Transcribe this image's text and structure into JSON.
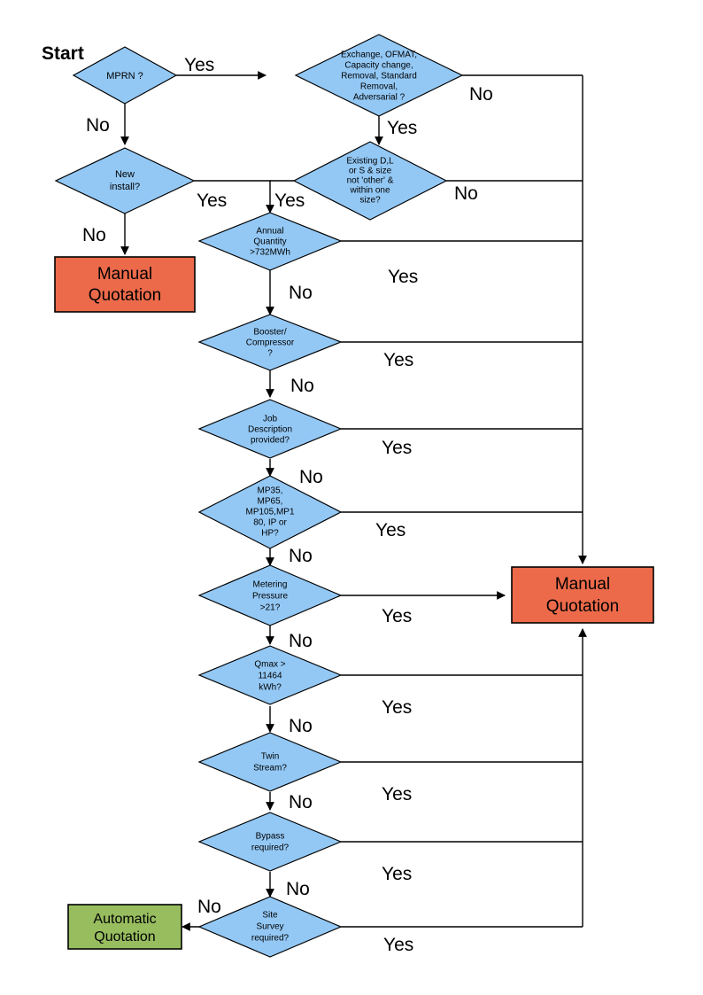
{
  "diagram": {
    "title_label": "Start",
    "colors": {
      "decision_fill": "#93C8F5",
      "manual_fill": "#EC6A4A",
      "automatic_fill": "#97BD5F",
      "stroke": "#000000",
      "background": "#FFFFFF"
    },
    "decisions": [
      {
        "id": "mprn",
        "lines": [
          "MPRN ?"
        ],
        "yes_label": "Yes",
        "no_label": "No"
      },
      {
        "id": "exchange",
        "lines": [
          "Exchange, OFMAT,",
          "Capacity change,",
          "Removal, Standard",
          "Removal,",
          "Adversarial ?"
        ],
        "yes_label": "Yes",
        "no_label": "No"
      },
      {
        "id": "new-install",
        "lines": [
          "New",
          "install?"
        ],
        "yes_label": "Yes",
        "no_label": "No"
      },
      {
        "id": "existing-dls",
        "lines": [
          "Existing D,L",
          "or S & size",
          "not 'other' &",
          "within one",
          "size?"
        ],
        "yes_label": "Yes",
        "no_label": "No"
      },
      {
        "id": "annual-quantity",
        "lines": [
          "Annual",
          "Quantity",
          ">732MWh"
        ],
        "yes_label": "Yes",
        "no_label": "No"
      },
      {
        "id": "booster-compressor",
        "lines": [
          "Booster/",
          "Compressor",
          "?"
        ],
        "yes_label": "Yes",
        "no_label": "No"
      },
      {
        "id": "job-description",
        "lines": [
          "Job",
          "Description",
          "provided?"
        ],
        "yes_label": "Yes",
        "no_label": "No"
      },
      {
        "id": "pressure-tier",
        "lines": [
          "MP35,",
          "MP65,",
          "MP105,MP1",
          "80, IP or",
          "HP?"
        ],
        "yes_label": "Yes",
        "no_label": "No"
      },
      {
        "id": "metering-pressure",
        "lines": [
          "Metering",
          "Pressure",
          ">21?"
        ],
        "yes_label": "Yes",
        "no_label": "No"
      },
      {
        "id": "qmax",
        "lines": [
          "Qmax >",
          "11464",
          "kWh?"
        ],
        "yes_label": "Yes",
        "no_label": "No"
      },
      {
        "id": "twin-stream",
        "lines": [
          "Twin",
          "Stream?"
        ],
        "yes_label": "Yes",
        "no_label": "No"
      },
      {
        "id": "bypass",
        "lines": [
          "Bypass",
          "required?"
        ],
        "yes_label": "Yes",
        "no_label": "No"
      },
      {
        "id": "site-survey",
        "lines": [
          "Site",
          "Survey",
          "required?"
        ],
        "yes_label": "Yes",
        "no_label": "No"
      }
    ],
    "terminals": [
      {
        "id": "manual-quotation-left",
        "lines": [
          "Manual",
          "Quotation"
        ],
        "kind": "manual"
      },
      {
        "id": "manual-quotation-right",
        "lines": [
          "Manual",
          "Quotation"
        ],
        "kind": "manual"
      },
      {
        "id": "automatic-quotation",
        "lines": [
          "Automatic",
          "Quotation"
        ],
        "kind": "automatic"
      }
    ],
    "edge_labels": {
      "mprn_yes": "Yes",
      "mprn_no": "No",
      "exchange_no": "No",
      "exchange_yes": "Yes",
      "new_install_yes": "Yes",
      "new_install_no": "No",
      "existing_yes": "Yes",
      "existing_no": "No",
      "annual_yes": "Yes",
      "annual_no": "No",
      "booster_yes": "Yes",
      "booster_no": "No",
      "job_yes": "Yes",
      "job_no": "No",
      "tier_yes": "Yes",
      "tier_no": "No",
      "metering_yes": "Yes",
      "metering_no": "No",
      "qmax_yes": "Yes",
      "qmax_no": "No",
      "twin_yes": "Yes",
      "twin_no": "No",
      "bypass_yes": "Yes",
      "bypass_no": "No",
      "survey_yes": "Yes",
      "survey_no": "No"
    }
  }
}
